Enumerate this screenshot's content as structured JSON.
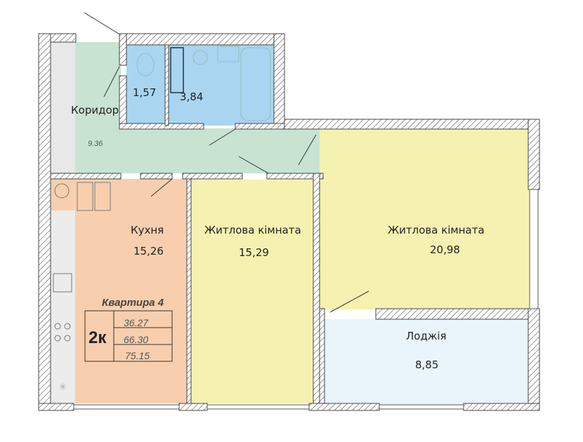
{
  "apartment": {
    "title": "Квартира 4",
    "rooms_label": "2к",
    "areas": [
      "36.27",
      "66.30",
      "75.15"
    ]
  },
  "rooms": {
    "corridor": {
      "name": "Коридор",
      "area": "9.36"
    },
    "toilet": {
      "area": "1,57"
    },
    "bathroom": {
      "area": "3,84"
    },
    "kitchen": {
      "name": "Кухня",
      "area": "15,26"
    },
    "living1": {
      "name": "Житлова кімната",
      "area": "15,29"
    },
    "living2": {
      "name": "Житлова кімната",
      "area": "20,98"
    },
    "loggia": {
      "name": "Лоджія",
      "area": "8,85"
    }
  },
  "colors": {
    "corridor": "#c9e3d3",
    "wet": "#a9d5f1",
    "kitchen": "#f8cfae",
    "living": "#f5f1b0",
    "loggia": "#e9f4fb"
  }
}
